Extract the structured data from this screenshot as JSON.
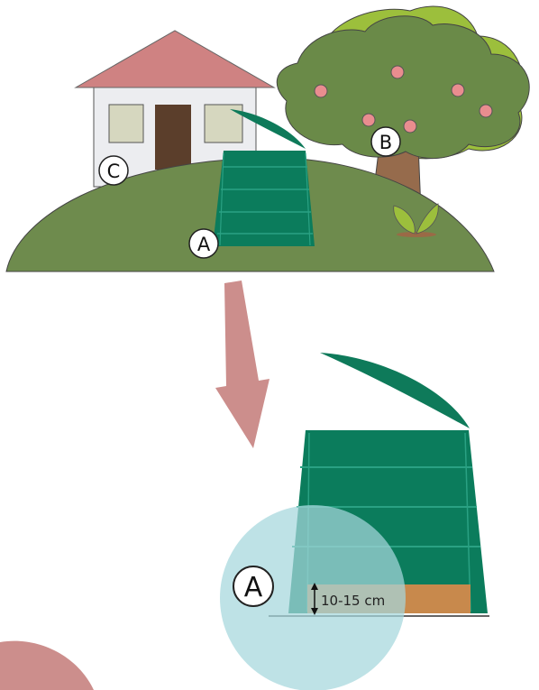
{
  "markers": {
    "a": "A",
    "b": "B",
    "c": "C",
    "a_zoom": "A"
  },
  "measurement": {
    "text": "10-15 cm"
  },
  "colors": {
    "hill": "#6e8b4d",
    "roof": "#cf8282",
    "house_wall": "#ecedf0",
    "window": "#d6d7bf",
    "door": "#5b3e2b",
    "bin": "#0b7c5c",
    "bin_lid": "#0e7a5a",
    "tree_canopy": "#6a8a48",
    "tree_canopy_back": "#9cbf3c",
    "trunk": "#966b4c",
    "fruit": "#e98d8f",
    "arrow": "#cc8e8c",
    "zoom_circle": "#a5d7dc",
    "soil_layer": "#c8894c"
  },
  "icons": {
    "arrow": "down-arrow-icon",
    "measure": "vertical-double-arrow-icon"
  }
}
